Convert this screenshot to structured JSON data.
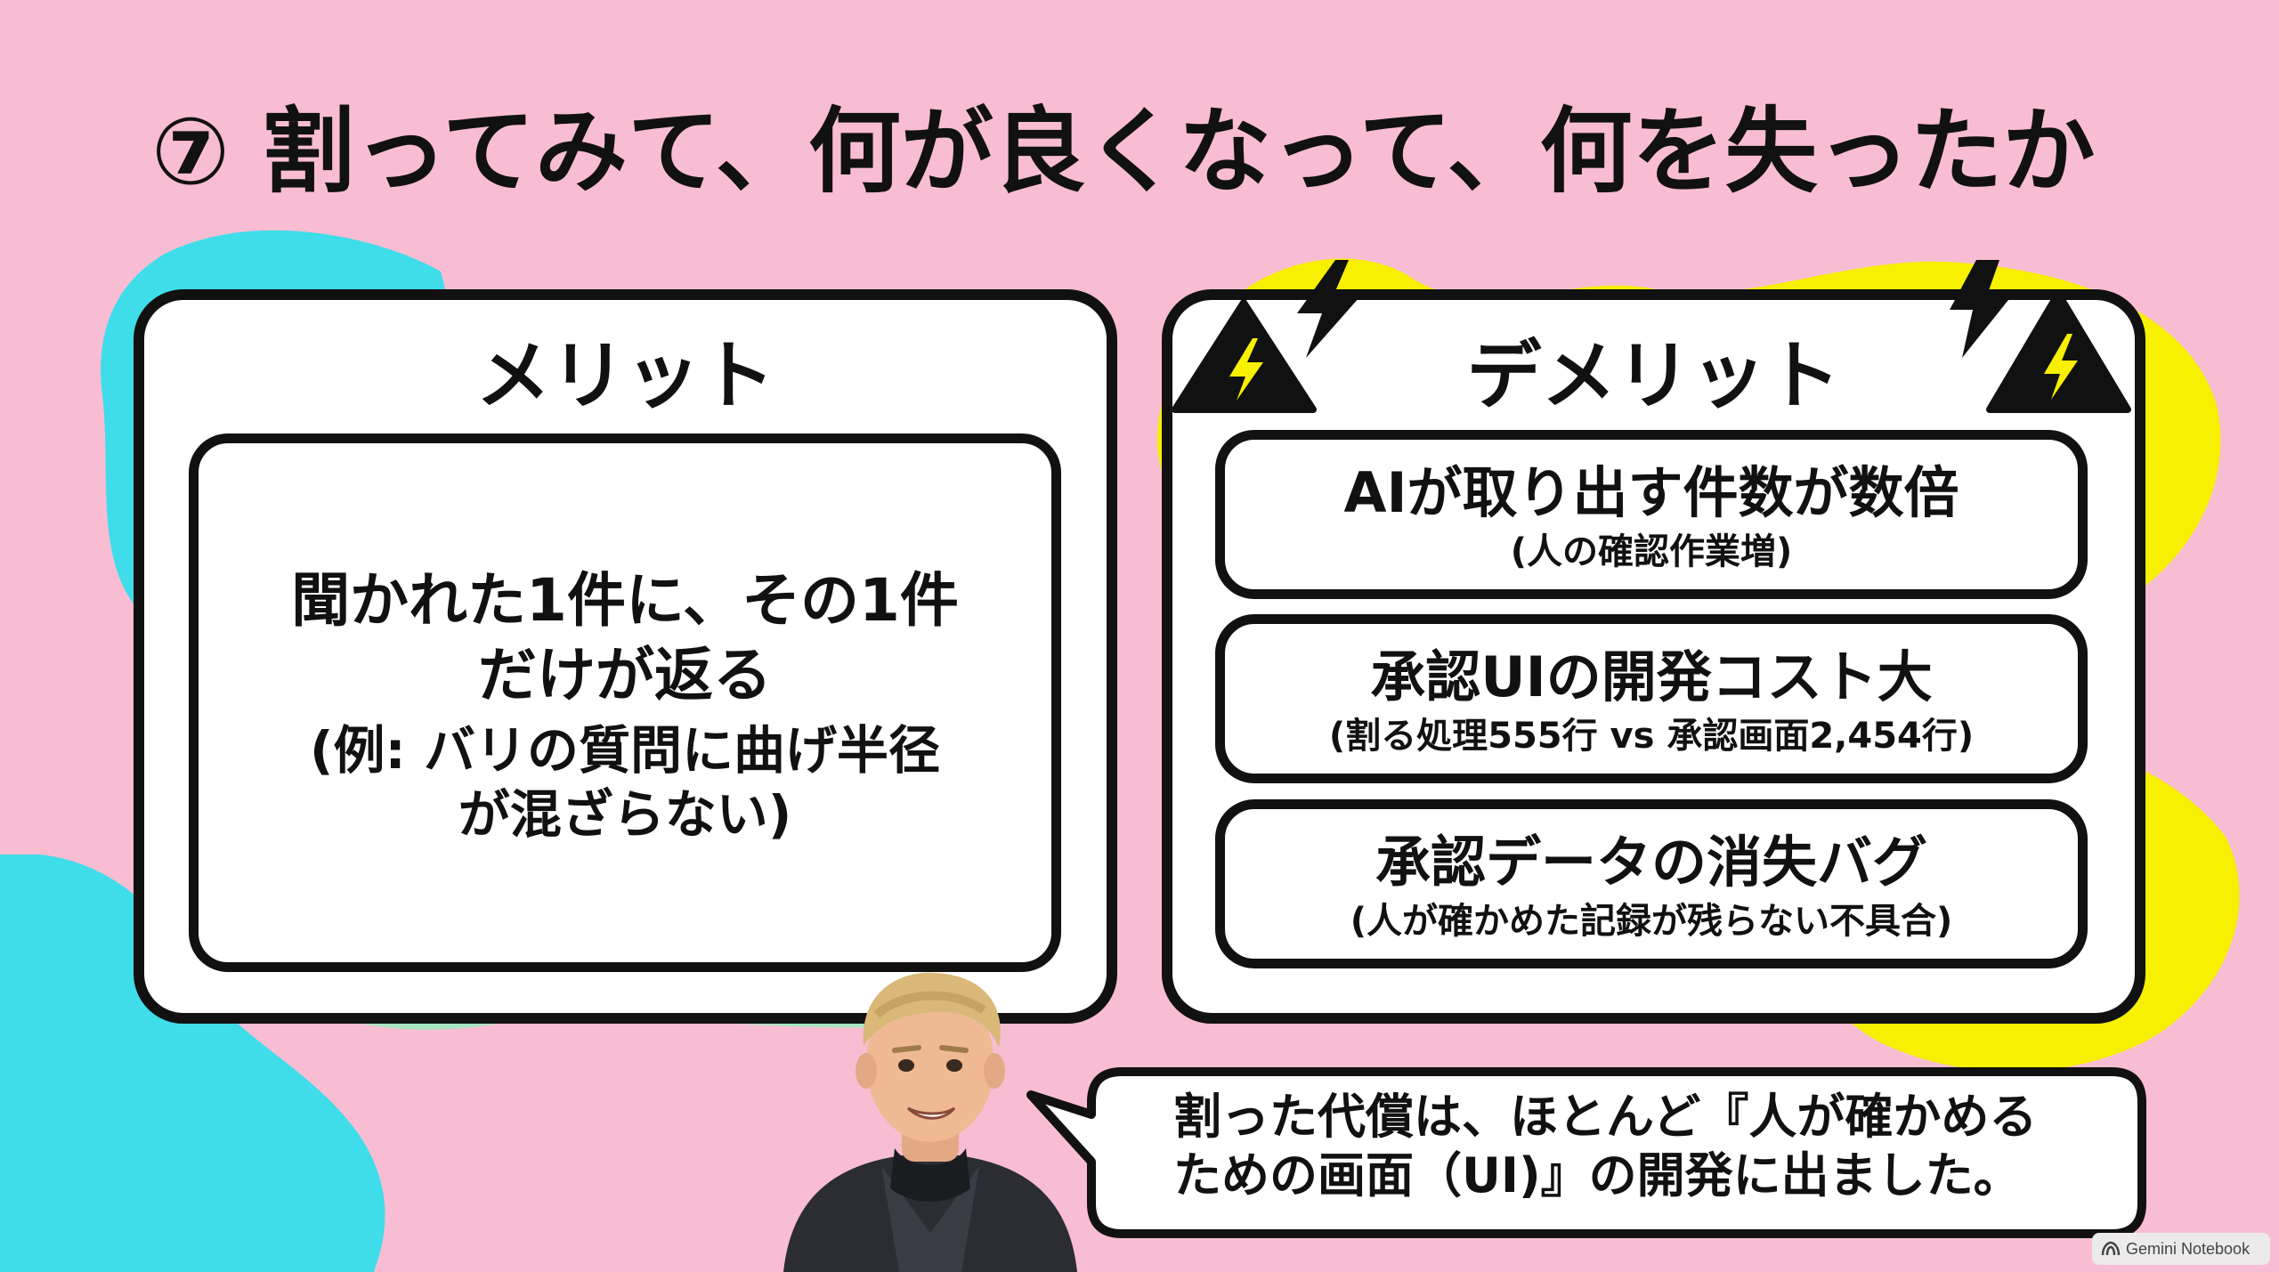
{
  "title": "⑦ 割ってみて、何が良くなって、何を失ったか",
  "merit": {
    "heading": "メリット",
    "main_line1": "聞かれた1件に、その1件",
    "main_line2": "だけが返る",
    "note_line1": "(例: バリの質問に曲げ半径",
    "note_line2": "が混ざらない)"
  },
  "demerit": {
    "heading": "デメリット",
    "items": [
      {
        "main": "AIが取り出す件数が数倍",
        "note": "(人の確認作業増)"
      },
      {
        "main": "承認UIの開発コスト大",
        "note": "(割る処理555行 vs 承認画面2,454行)"
      },
      {
        "main": "承認データの消失バグ",
        "note": "(人が確かめた記録が残らない不具合)"
      }
    ]
  },
  "speech": {
    "line1": "割った代償は、ほとんど『人が確かめる",
    "line2": "ための画面（UI)』の開発に出ました。"
  },
  "watermark": "Gemini Notebook",
  "colors": {
    "background": "#F8BDD3",
    "accent_cyan": "#3FDDEA",
    "accent_green": "#A8E6C2",
    "accent_yellow": "#F7F000",
    "ink": "#111111"
  },
  "icons": [
    "warning-lightning-icon",
    "lightning-bolt-icon"
  ]
}
